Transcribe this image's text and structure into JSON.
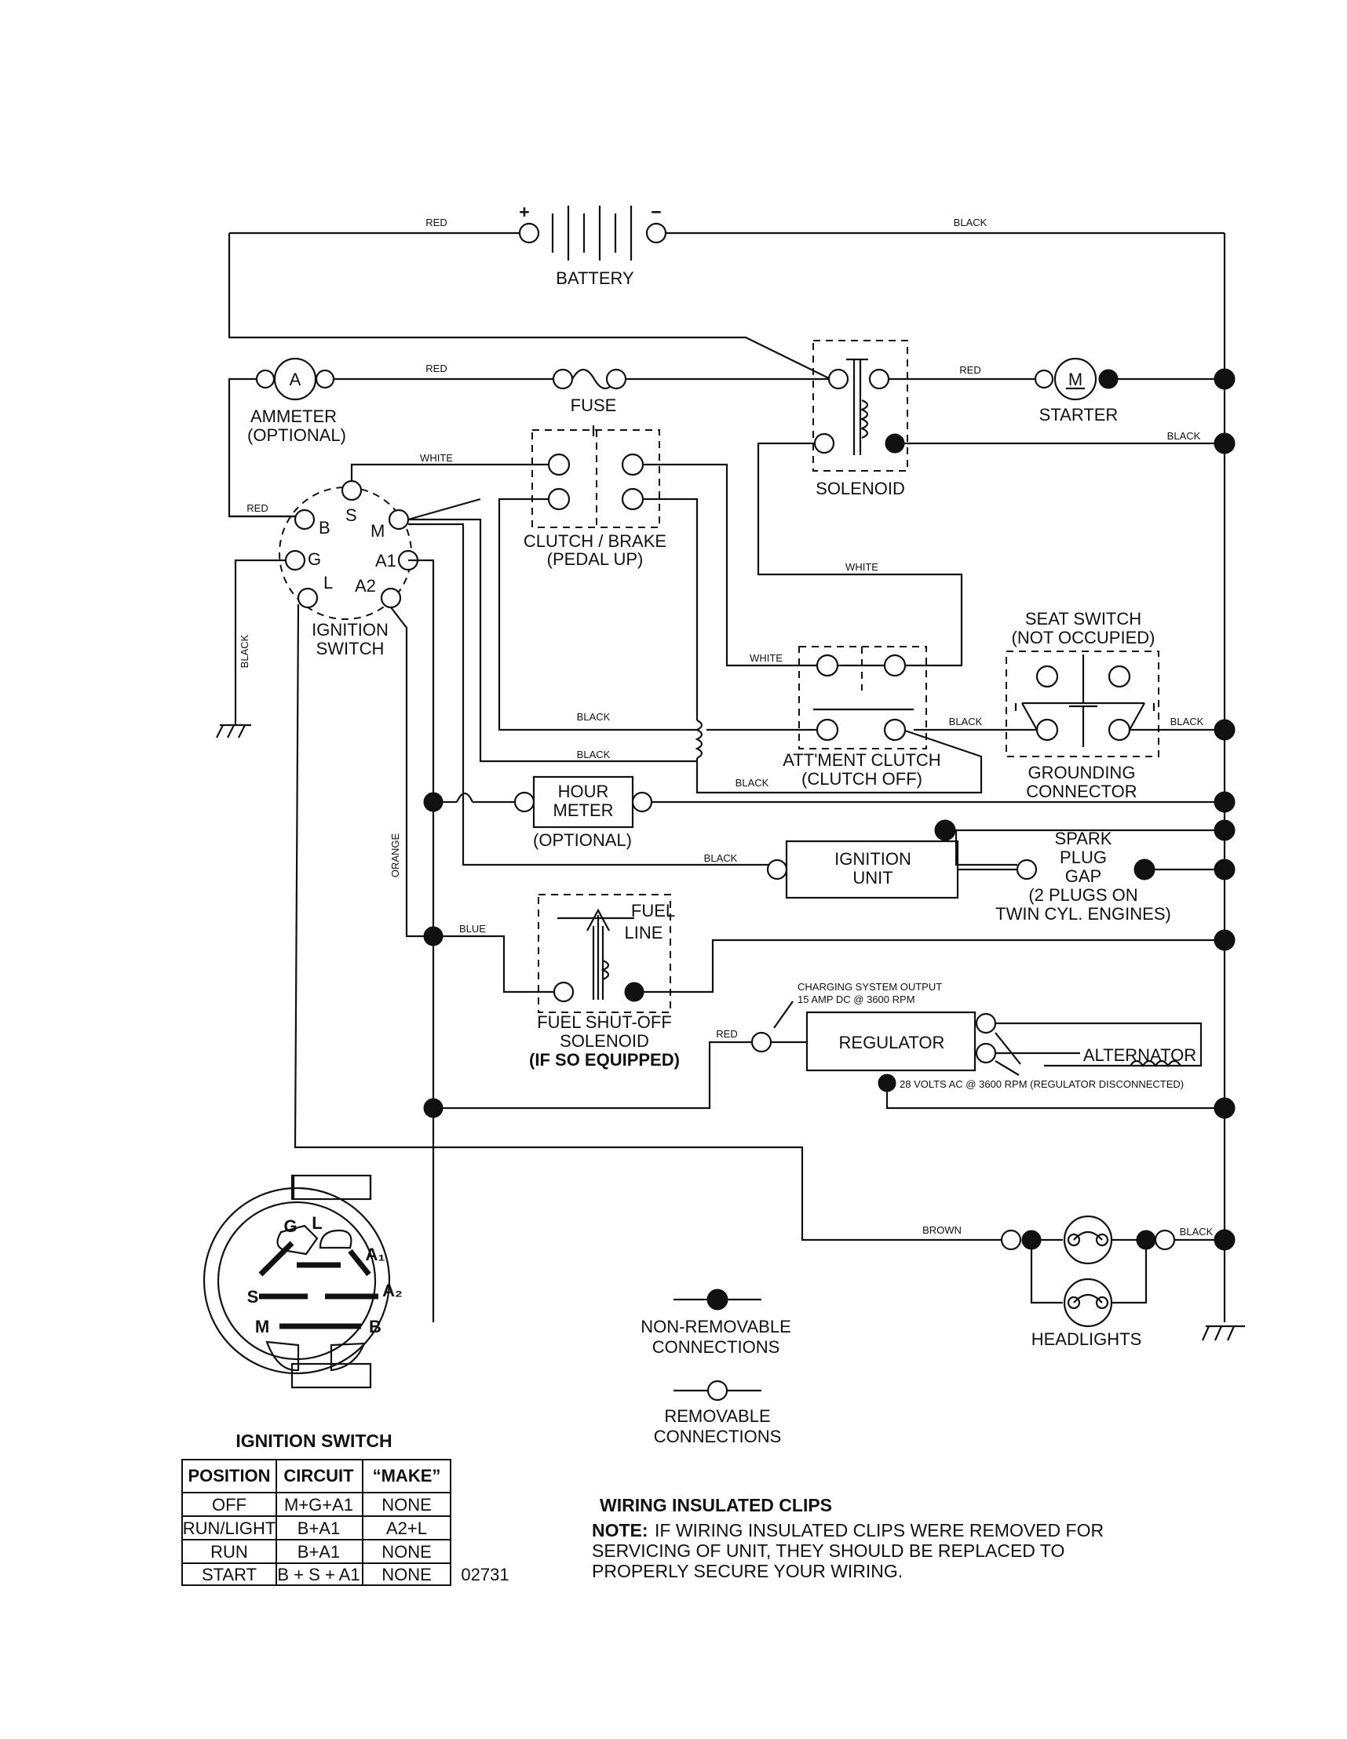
{
  "wire_colors": {
    "red": "RED",
    "black": "BLACK",
    "white": "WHITE",
    "orange": "ORANGE",
    "blue": "BLUE",
    "brown": "BROWN"
  },
  "components": {
    "battery": "BATTERY",
    "battery_pos": "+",
    "battery_neg": "−",
    "ammeter_symbol": "A",
    "ammeter_l1": "AMMETER",
    "ammeter_l2": "(OPTIONAL)",
    "fuse": "FUSE",
    "starter_symbol": "M",
    "starter": "STARTER",
    "solenoid": "SOLENOID",
    "clutch_brake_l1": "CLUTCH / BRAKE",
    "clutch_brake_l2": "(PEDAL UP)",
    "ignition_switch_l1": "IGNITION",
    "ignition_switch_l2": "SWITCH",
    "terminals": {
      "b": "B",
      "s": "S",
      "m": "M",
      "g": "G",
      "a1": "A1",
      "l": "L",
      "a2": "A2"
    },
    "seat_switch_l1": "SEAT SWITCH",
    "seat_switch_l2": "(NOT OCCUPIED)",
    "attachment_clutch_l1": "ATT'MENT CLUTCH",
    "attachment_clutch_l2": "(CLUTCH OFF)",
    "grounding_l1": "GROUNDING",
    "grounding_l2": "CONNECTOR",
    "hour_meter_l1": "HOUR",
    "hour_meter_l2": "METER",
    "hour_meter_l3": "(OPTIONAL)",
    "ignition_unit_l1": "IGNITION",
    "ignition_unit_l2": "UNIT",
    "spark_l1": "SPARK",
    "spark_l2": "PLUG",
    "spark_l3": "GAP",
    "spark_l4": "(2 PLUGS ON",
    "spark_l5": "TWIN CYL. ENGINES)",
    "fuel_line_l1": "FUEL",
    "fuel_line_l2": "LINE",
    "fuel_sol_l1": "FUEL SHUT-OFF",
    "fuel_sol_l2": "SOLENOID",
    "fuel_sol_l3": "(IF SO EQUIPPED)",
    "charging_l1": "CHARGING SYSTEM OUTPUT",
    "charging_l2": "15 AMP DC @ 3600 RPM",
    "regulator": "REGULATOR",
    "alternator": "ALTERNATOR",
    "ac_note": "28 VOLTS AC @ 3600 RPM (REGULATOR DISCONNECTED)",
    "headlights": "HEADLIGHTS"
  },
  "switch_face": {
    "g": "G",
    "l": "L",
    "a1": "A₁",
    "s": "S",
    "a2": "A₂",
    "m": "M",
    "b": "B",
    "title": "IGNITION SWITCH"
  },
  "legend": {
    "non_removable_l1": "NON-REMOVABLE",
    "non_removable_l2": "CONNECTIONS",
    "removable_l1": "REMOVABLE",
    "removable_l2": "CONNECTIONS"
  },
  "table": {
    "headers": [
      "POSITION",
      "CIRCUIT",
      "“MAKE”"
    ],
    "rows": [
      [
        "OFF",
        "M+G+A1",
        "NONE"
      ],
      [
        "RUN/LIGHT",
        "B+A1",
        "A2+L"
      ],
      [
        "RUN",
        "B+A1",
        "NONE"
      ],
      [
        "START",
        "B + S + A1",
        "NONE"
      ]
    ]
  },
  "part_number": "02731",
  "notes": {
    "heading": "WIRING INSULATED CLIPS",
    "note_label": "NOTE:",
    "line1": "IF WIRING INSULATED CLIPS WERE REMOVED FOR",
    "line2": "SERVICING OF UNIT, THEY SHOULD BE REPLACED TO",
    "line3": "PROPERLY SECURE YOUR WIRING."
  }
}
